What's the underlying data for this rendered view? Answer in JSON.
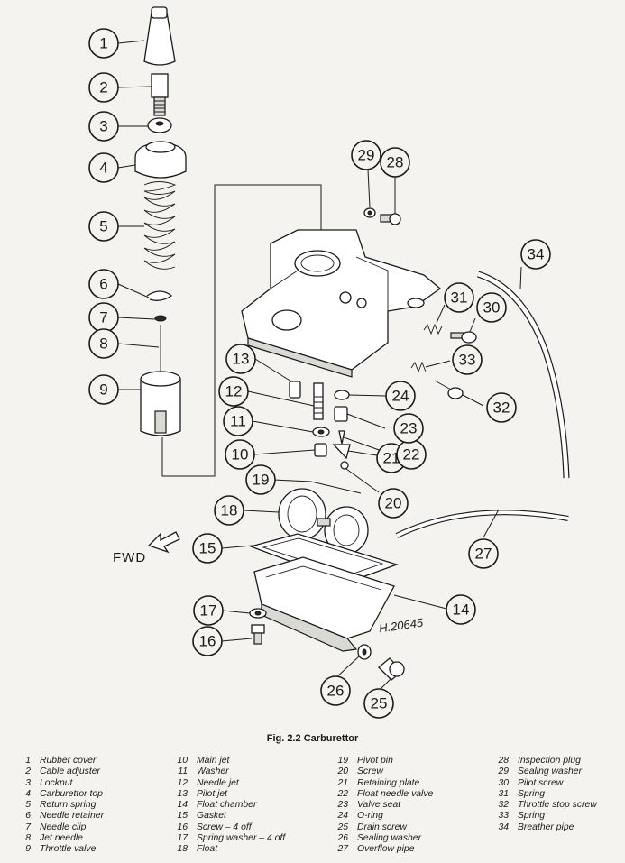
{
  "figure": {
    "caption": "Fig. 2.2 Carburettor",
    "direction_label": "FWD",
    "drawing_ref": "H.20645"
  },
  "parts": [
    {
      "num": "1",
      "name": "Rubber cover"
    },
    {
      "num": "2",
      "name": "Cable adjuster"
    },
    {
      "num": "3",
      "name": "Locknut"
    },
    {
      "num": "4",
      "name": "Carburettor top"
    },
    {
      "num": "5",
      "name": "Return spring"
    },
    {
      "num": "6",
      "name": "Needle retainer"
    },
    {
      "num": "7",
      "name": "Needle clip"
    },
    {
      "num": "8",
      "name": "Jet needle"
    },
    {
      "num": "9",
      "name": "Throttle valve"
    },
    {
      "num": "10",
      "name": "Main jet"
    },
    {
      "num": "11",
      "name": "Washer"
    },
    {
      "num": "12",
      "name": "Needle jet"
    },
    {
      "num": "13",
      "name": "Pilot jet"
    },
    {
      "num": "14",
      "name": "Float chamber"
    },
    {
      "num": "15",
      "name": "Gasket"
    },
    {
      "num": "16",
      "name": "Screw – 4 off"
    },
    {
      "num": "17",
      "name": "Spring washer – 4 off"
    },
    {
      "num": "18",
      "name": "Float"
    },
    {
      "num": "19",
      "name": "Pivot pin"
    },
    {
      "num": "20",
      "name": "Screw"
    },
    {
      "num": "21",
      "name": "Retaining plate"
    },
    {
      "num": "22",
      "name": "Float needle valve"
    },
    {
      "num": "23",
      "name": "Valve seat"
    },
    {
      "num": "24",
      "name": "O-ring"
    },
    {
      "num": "25",
      "name": "Drain screw"
    },
    {
      "num": "26",
      "name": "Sealing washer"
    },
    {
      "num": "27",
      "name": "Overflow pipe"
    },
    {
      "num": "28",
      "name": "Inspection plug"
    },
    {
      "num": "29",
      "name": "Sealing washer"
    },
    {
      "num": "30",
      "name": "Pilot screw"
    },
    {
      "num": "31",
      "name": "Spring"
    },
    {
      "num": "32",
      "name": "Throttle stop screw"
    },
    {
      "num": "33",
      "name": "Spring"
    },
    {
      "num": "34",
      "name": "Breather pipe"
    }
  ]
}
